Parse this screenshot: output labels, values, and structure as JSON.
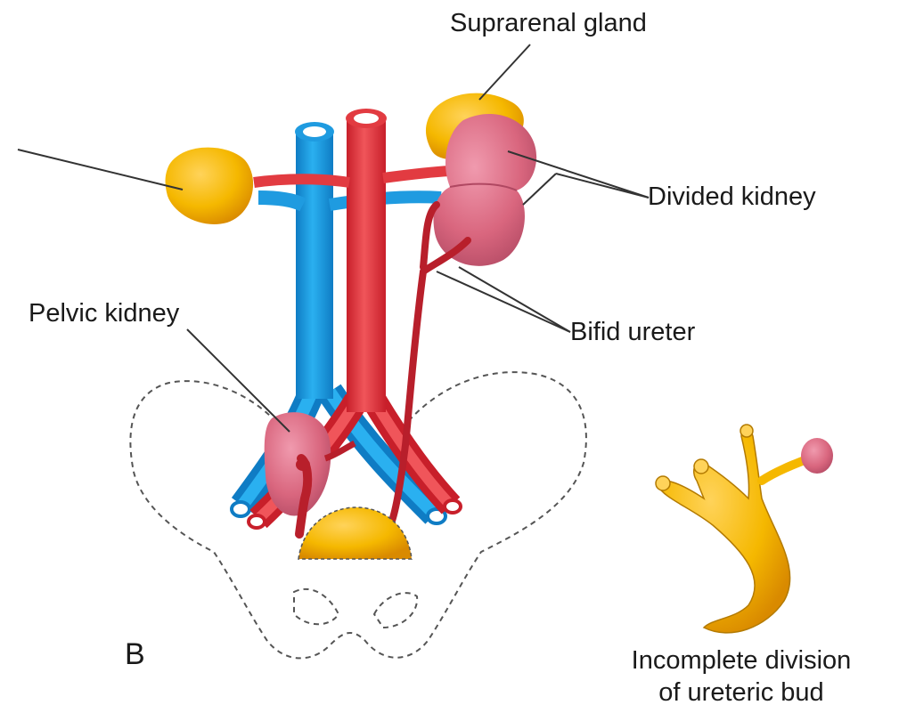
{
  "figure": {
    "panel_letter": "B",
    "labels": {
      "suprarenal_gland": "Suprarenal gland",
      "divided_kidney": "Divided kidney",
      "pelvic_kidney": "Pelvic kidney",
      "bifid_ureter": "Bifid ureter",
      "inset_caption_line1": "Incomplete division",
      "inset_caption_line2": "of ureteric bud"
    },
    "colors": {
      "vein_blue": "#1f9be0",
      "artery_red": "#e23b41",
      "kidney_pink": "#d9667e",
      "gland_yellow": "#f5b800",
      "ureter_dark_red": "#b81f2b",
      "outline_gray": "#555555",
      "leader_line": "#333333"
    }
  }
}
